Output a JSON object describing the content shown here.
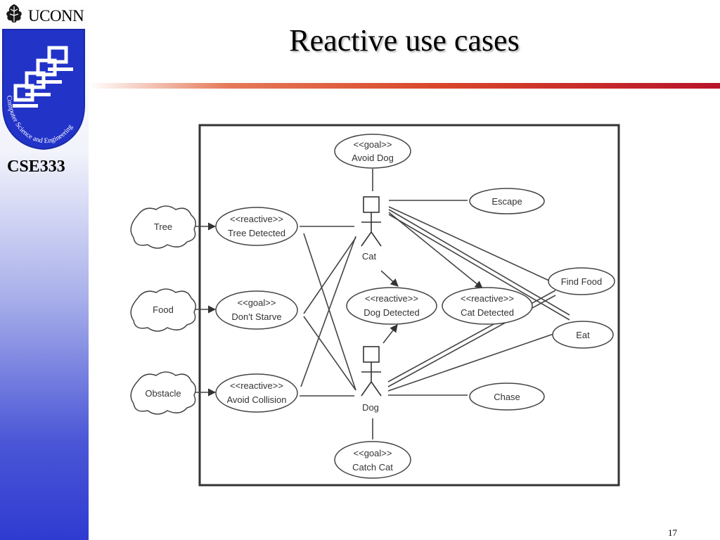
{
  "header": {
    "brand": "UCONN",
    "logo_text": "Computer Science and Engineering",
    "course": "CSE333"
  },
  "slide": {
    "title": "Reactive use cases",
    "page_number": "17"
  },
  "diagram": {
    "clouds": {
      "tree": "Tree",
      "food": "Food",
      "obstacle": "Obstacle"
    },
    "use_cases": {
      "tree_detected": {
        "stereotype": "<<reactive>>",
        "name": "Tree Detected"
      },
      "dont_starve": {
        "stereotype": "<<goal>>",
        "name": "Don't Starve"
      },
      "avoid_collision": {
        "stereotype": "<<reactive>>",
        "name": "Avoid Collision"
      },
      "avoid_dog": {
        "stereotype": "<<goal>>",
        "name": "Avoid Dog"
      },
      "dog_detected": {
        "stereotype": "<<reactive>>",
        "name": "Dog Detected"
      },
      "cat_detected": {
        "stereotype": "<<reactive>>",
        "name": "Cat Detected"
      },
      "catch_cat": {
        "stereotype": "<<goal>>",
        "name": "Catch Cat"
      },
      "escape": {
        "name": "Escape"
      },
      "find_food": {
        "name": "Find Food"
      },
      "eat": {
        "name": "Eat"
      },
      "chase": {
        "name": "Chase"
      }
    },
    "actors": {
      "cat": "Cat",
      "dog": "Dog"
    }
  },
  "colors": {
    "title_rule": "#d9472a",
    "sidebar": "#3a46d2",
    "logo_blue": "#2233c8"
  }
}
